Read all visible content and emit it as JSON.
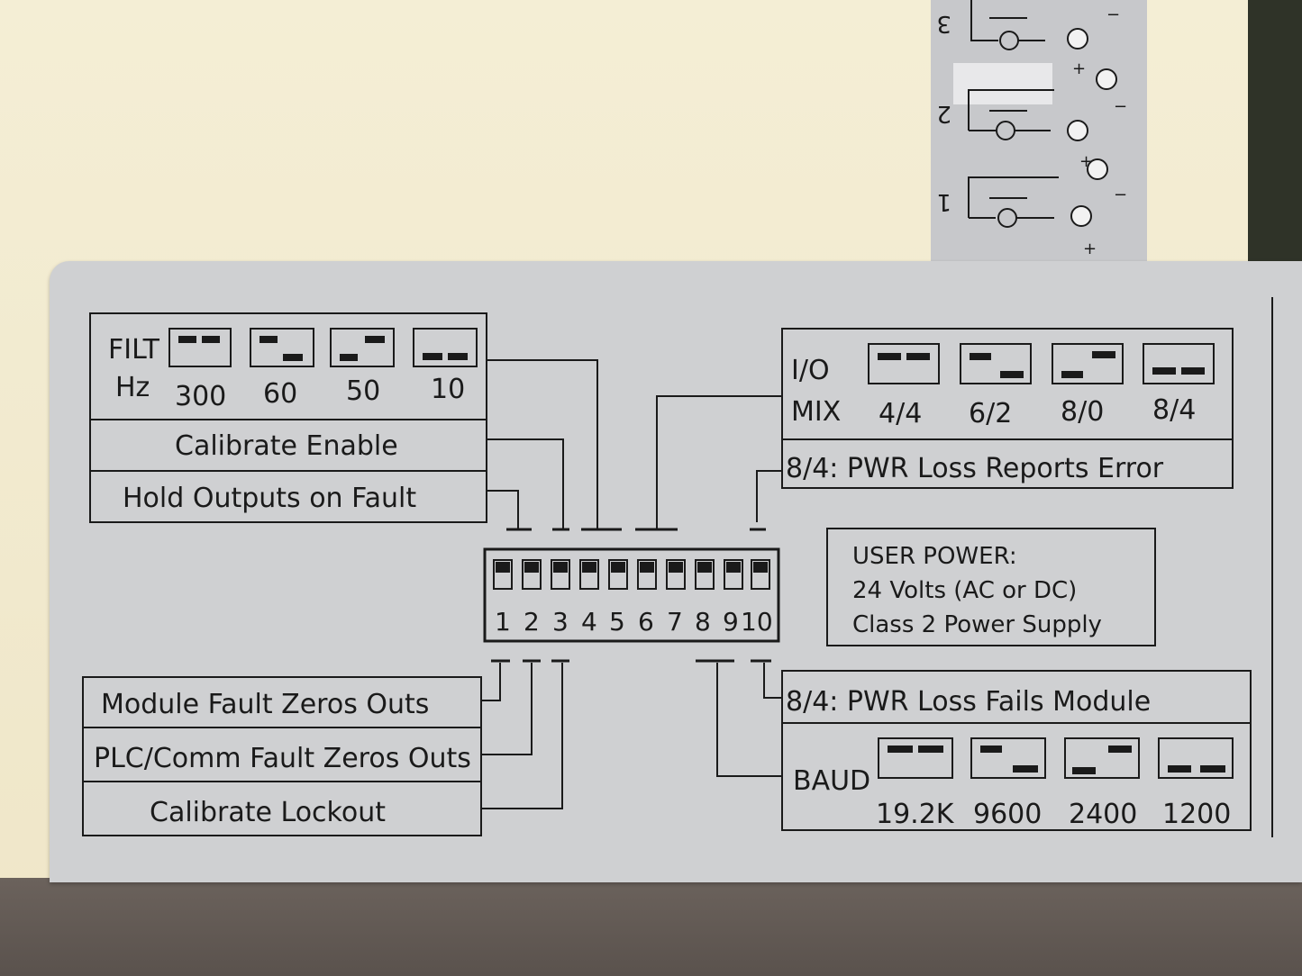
{
  "filter": {
    "label_top": "FILT",
    "label_bottom": "Hz",
    "options": [
      "300",
      "60",
      "50",
      "10"
    ]
  },
  "calibrate_enable": "Calibrate Enable",
  "hold_outputs": "Hold Outputs on Fault",
  "io_mix": {
    "label_top": "I/O",
    "label_bottom": "MIX",
    "options": [
      "4/4",
      "6/2",
      "8/0",
      "8/4"
    ]
  },
  "pwr_loss_reports": "8/4: PWR Loss Reports Error",
  "dip_numbers": [
    "1",
    "2",
    "3",
    "4",
    "5",
    "6",
    "7",
    "8",
    "9",
    "10"
  ],
  "user_power": {
    "line1": "USER POWER:",
    "line2": "24 Volts (AC or DC)",
    "line3": "Class 2 Power Supply"
  },
  "module_fault": "Module Fault Zeros Outs",
  "plc_comm_fault": "PLC/Comm Fault Zeros Outs",
  "calibrate_lockout": "Calibrate Lockout",
  "pwr_loss_fails": "8/4: PWR Loss Fails Module",
  "baud": {
    "label": "BAUD",
    "options": [
      "19.2K",
      "9600",
      "2400",
      "1200"
    ]
  },
  "terminals": {
    "channels": [
      "3",
      "2",
      "1"
    ],
    "plus": "+",
    "minus": "−"
  }
}
